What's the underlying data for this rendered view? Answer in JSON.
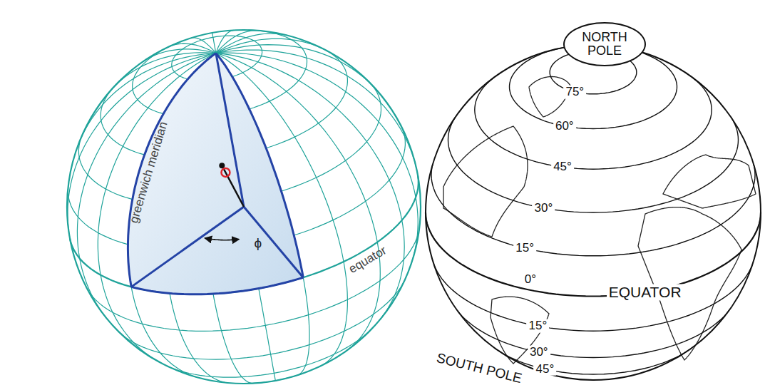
{
  "diagram": {
    "nodes": [
      {
        "text": [
          "NORTH POLE"
        ]
      }
    ],
    "labels": [
      "greenwich meridian",
      "ϕ",
      "equator",
      "75°",
      "60°",
      "45°",
      "30°",
      "15°",
      "0°",
      "EQUATOR",
      "15°",
      "30°",
      "45°",
      "SOUTH POLE"
    ]
  }
}
